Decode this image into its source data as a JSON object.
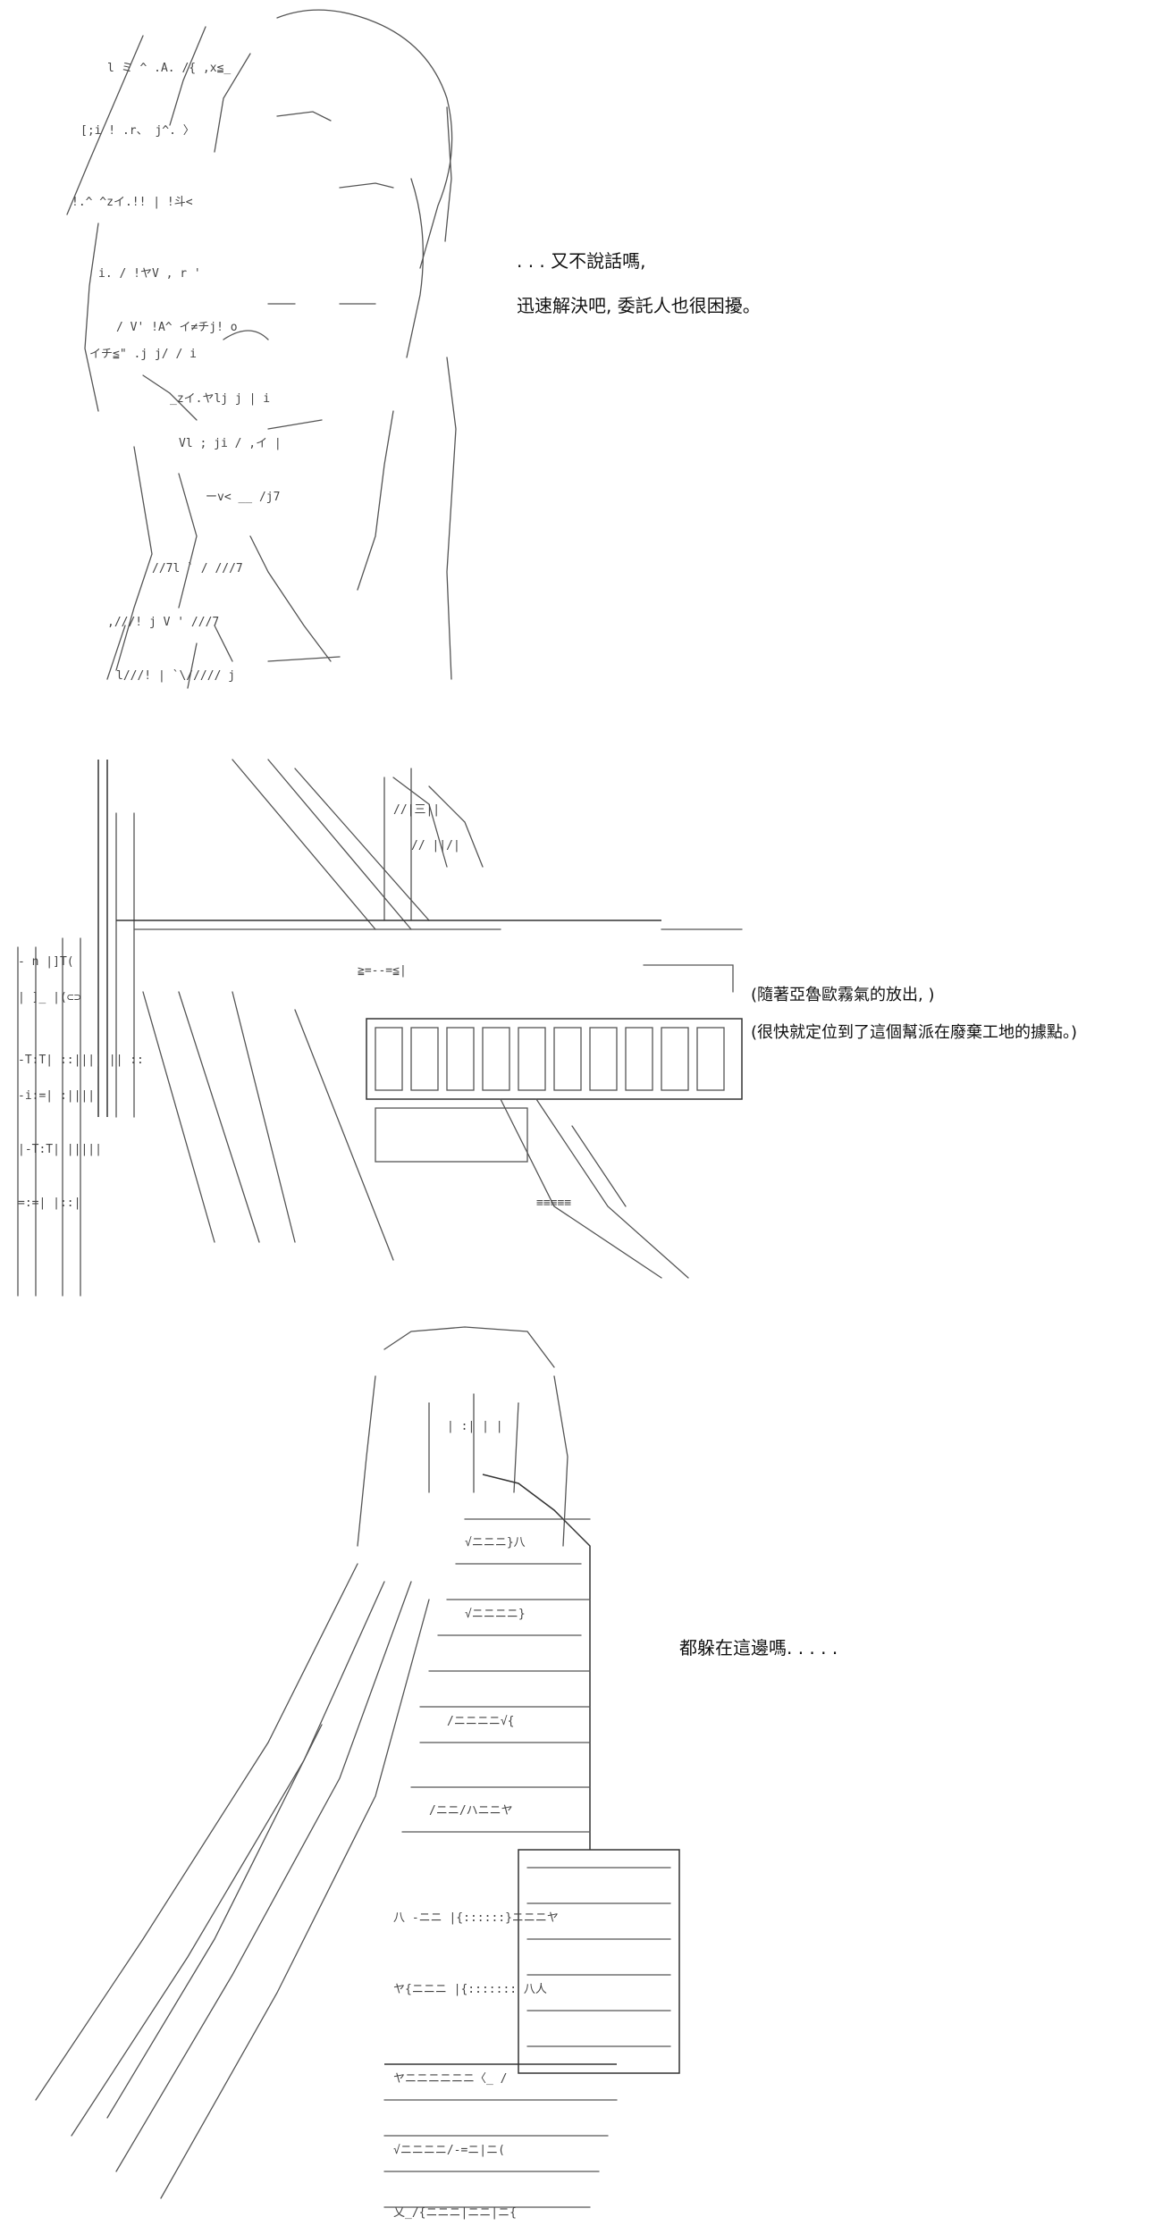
{
  "panels": [
    {
      "captions": [
        ". . . 又不說話嗎,",
        "迅速解決吧, 委託人也很困擾。"
      ]
    },
    {
      "captions": [
        "(隨著亞魯歐霧氣的放出, )",
        "(很快就定位到了這個幫派在廢棄工地的據點。)"
      ]
    },
    {
      "captions": [
        "都躲在這邊嗎. . . . ."
      ]
    }
  ]
}
